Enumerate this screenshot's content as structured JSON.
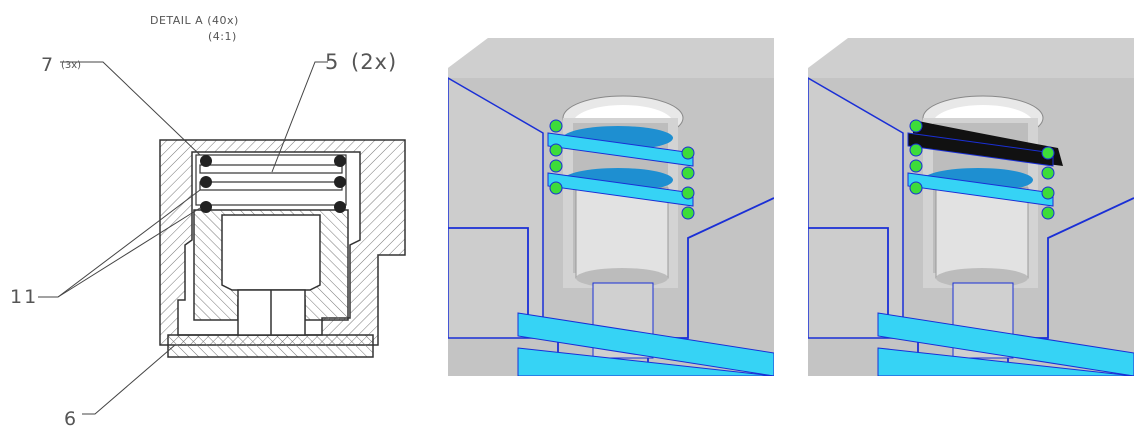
{
  "drawing": {
    "title": "DETAIL A (40x)",
    "scale": "(4:1)",
    "callouts": [
      {
        "id": "7",
        "label": "7",
        "qty": "(3x)"
      },
      {
        "id": "5",
        "label": "5",
        "qty": "(2x)"
      },
      {
        "id": "11",
        "label": "11"
      },
      {
        "id": "6",
        "label": "6"
      }
    ]
  },
  "colors": {
    "line": "#333333",
    "hatch": "#666666",
    "body_gray": "#c9c9c9",
    "body_top": "#d9d9d9",
    "body_dark": "#a8a8a8",
    "edge_blue": "#1a2fd6",
    "section_cyan": "#36d3f5",
    "fluid_blue": "#1e8fd1",
    "ring_green": "#3ddc3a",
    "foam_black": "#111111"
  }
}
